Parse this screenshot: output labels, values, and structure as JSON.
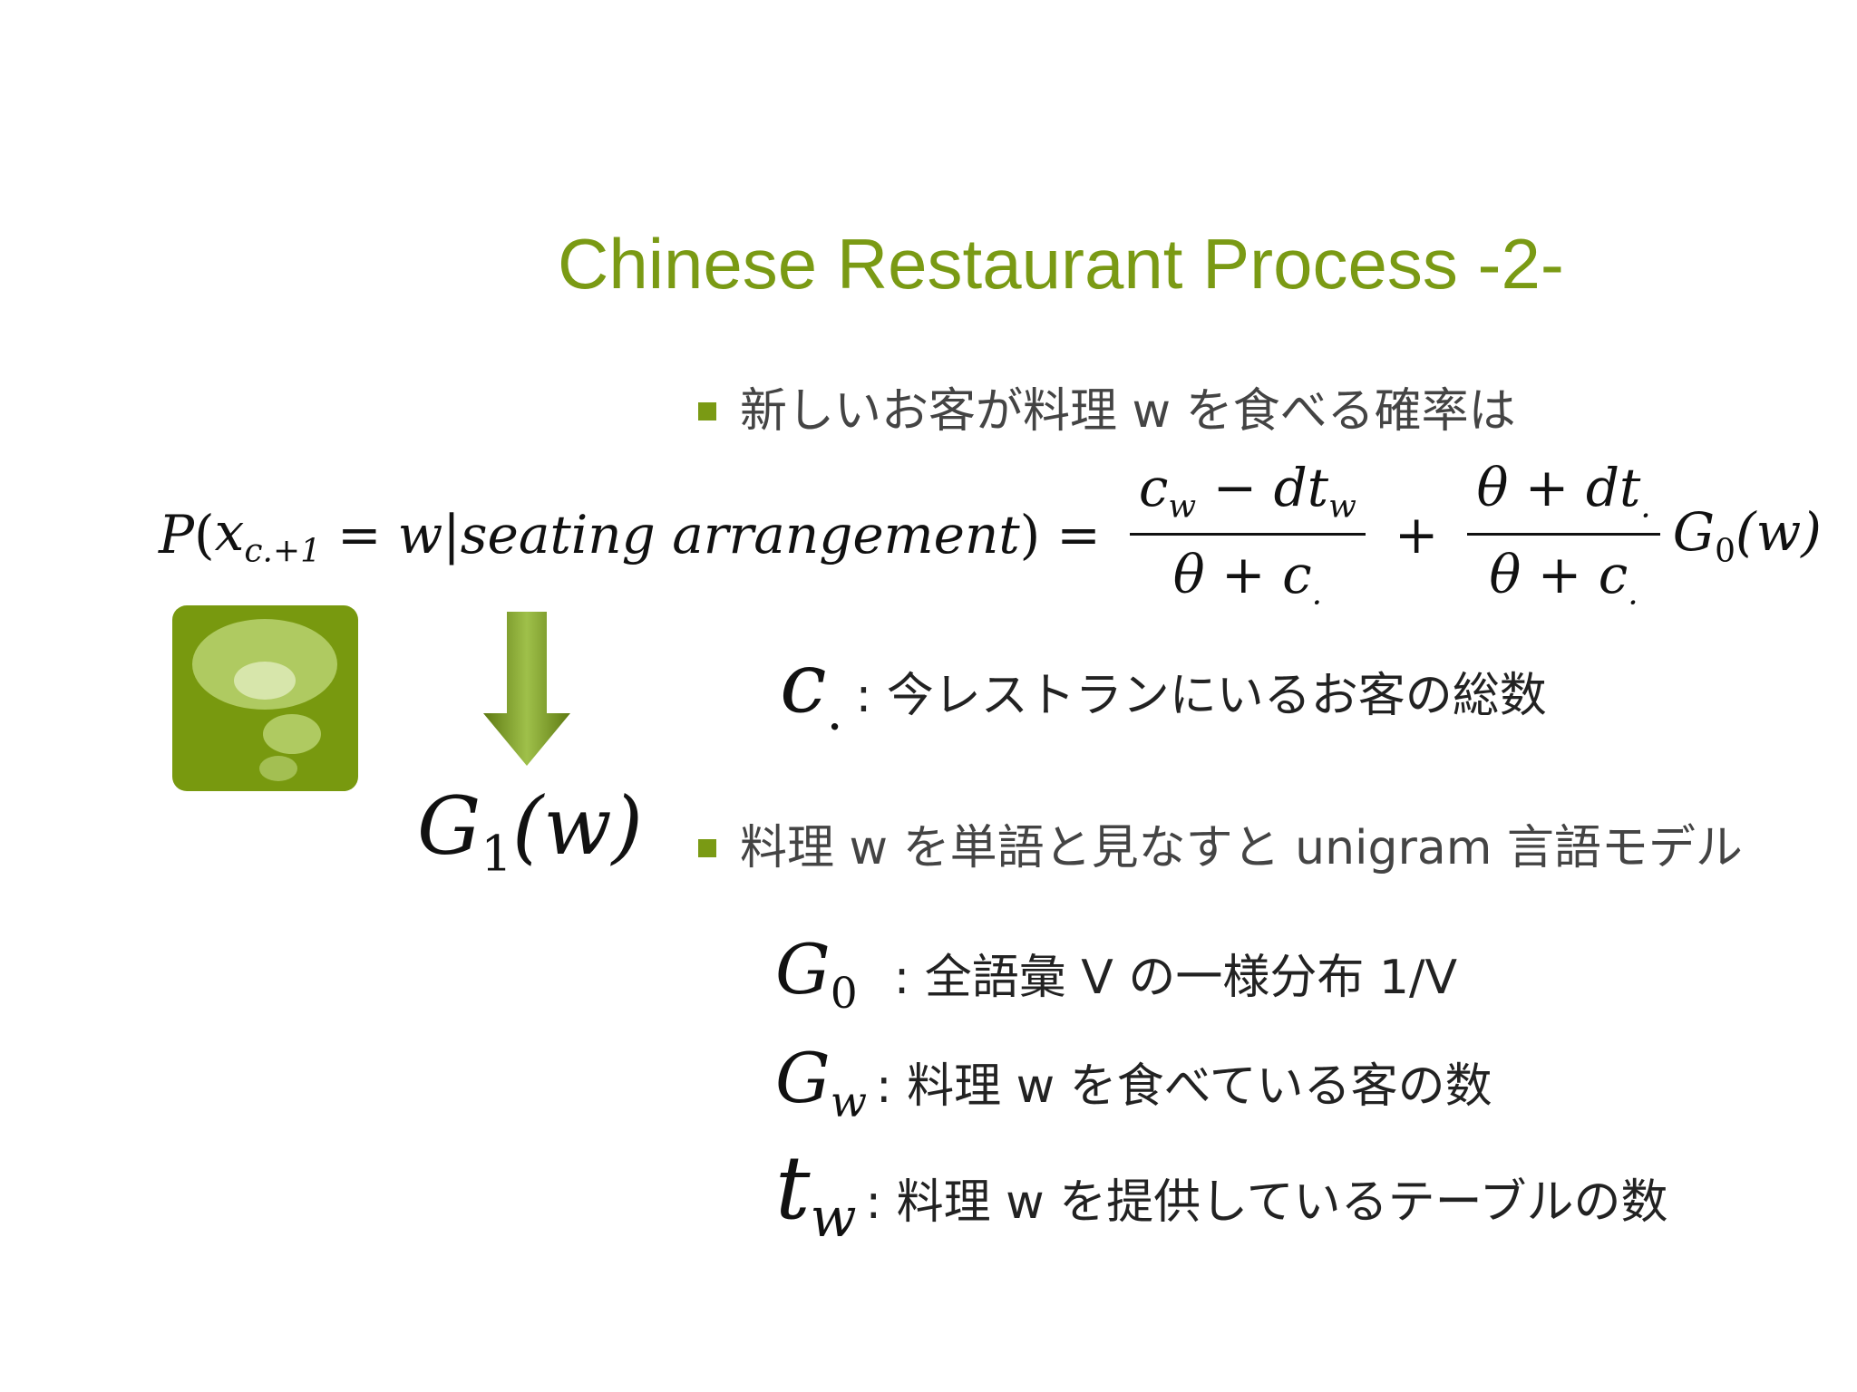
{
  "slide": {
    "title": "Chinese Restaurant Process -2-",
    "accent_color": "#7a9a14",
    "bullets": [
      {
        "text": "新しいお客が料理 w を食べる確率は"
      },
      {
        "text": "料理 w を単語と見なすと unigram 言語モデル"
      }
    ],
    "formula": {
      "lhs_P": "P",
      "lhs_open": "(",
      "lhs_x": "x",
      "lhs_sub": "c.+1",
      "lhs_eq": "=",
      "lhs_w": "w",
      "lhs_bar": "|",
      "lhs_cond": "seating arrangement",
      "lhs_close": ")",
      "eq": "=",
      "frac1_num": "c",
      "frac1_num_sub": "w",
      "frac1_num_minus": " − dt",
      "frac1_num_sub2": "w",
      "frac1_den": "θ + c",
      "frac1_den_sub": ".",
      "plus": "+",
      "frac2_num": "θ + dt",
      "frac2_num_sub": ".",
      "frac2_den": "θ + c",
      "frac2_den_sub": ".",
      "g0": "G",
      "g0_sub": "0",
      "g0_arg": "(w)"
    },
    "definitions": [
      {
        "symbol": "c",
        "symbol_sub": ".",
        "text": ": 今レストランにいるお客の総数"
      },
      {
        "symbol": "G",
        "symbol_sub": "0",
        "text": ": 全語彙 V の一様分布 1/V"
      },
      {
        "symbol": "G",
        "symbol_sub": "w",
        "text": ": 料理 w を食べている客の数"
      },
      {
        "symbol": "t",
        "symbol_sub": "w",
        "text": ": 料理 w を提供しているテーブルの数"
      }
    ],
    "g1_label": {
      "symbol": "G",
      "sub": "1",
      "arg": "(w)"
    },
    "icons": {
      "thought": "thought-bubble-icon",
      "arrow": "down-arrow-icon"
    }
  }
}
